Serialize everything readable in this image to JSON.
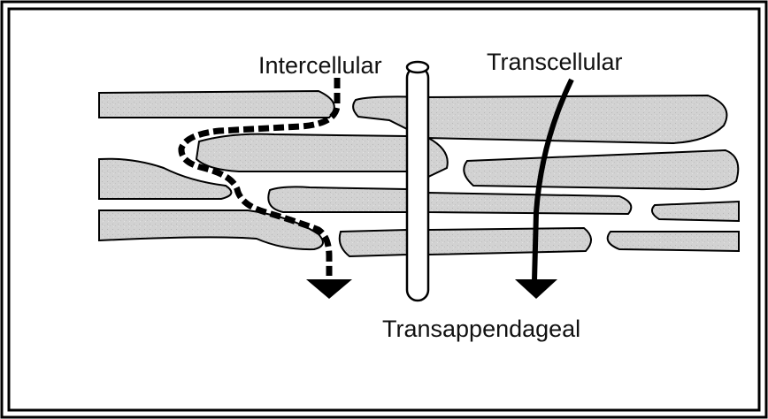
{
  "labels": {
    "intercellular": "Intercellular",
    "transcellular": "Transcellular",
    "transappendageal": "Transappendageal"
  },
  "colors": {
    "cell_fill": "#d0d0d0",
    "outline": "#000000",
    "background": "#ffffff"
  }
}
